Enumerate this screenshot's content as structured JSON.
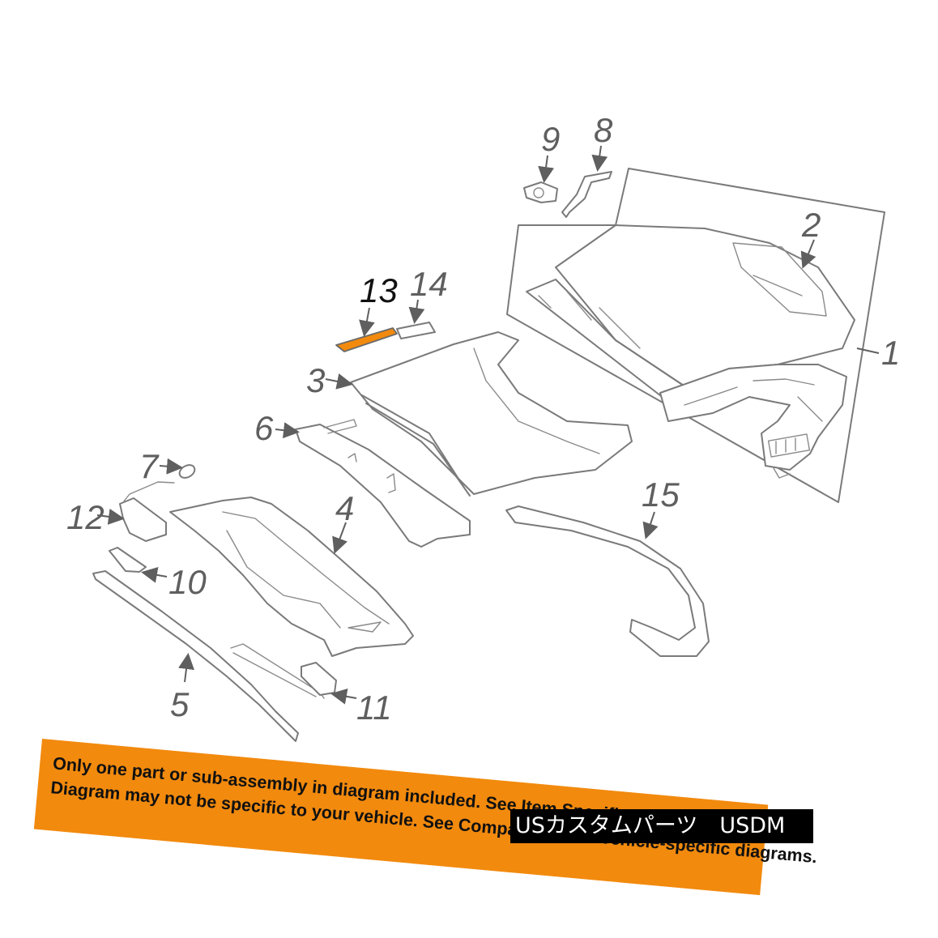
{
  "callouts": [
    {
      "id": "1",
      "highlight": false
    },
    {
      "id": "2",
      "highlight": false
    },
    {
      "id": "3",
      "highlight": false
    },
    {
      "id": "4",
      "highlight": false
    },
    {
      "id": "5",
      "highlight": false
    },
    {
      "id": "6",
      "highlight": false
    },
    {
      "id": "7",
      "highlight": false
    },
    {
      "id": "8",
      "highlight": false
    },
    {
      "id": "9",
      "highlight": false
    },
    {
      "id": "10",
      "highlight": false
    },
    {
      "id": "11",
      "highlight": false
    },
    {
      "id": "12",
      "highlight": false
    },
    {
      "id": "13",
      "highlight": true
    },
    {
      "id": "14",
      "highlight": false
    },
    {
      "id": "15",
      "highlight": false
    }
  ],
  "highlight_color": "#f28a0e",
  "disclaimer": {
    "line1": "Only one part or sub-assembly in diagram included. See Item Specifics for Reference #.",
    "line2": "Diagram may not be specific to your vehicle. See Compatibility for vehicle-specific diagrams."
  },
  "shop_label": "USカスタムパーツ　USDM"
}
